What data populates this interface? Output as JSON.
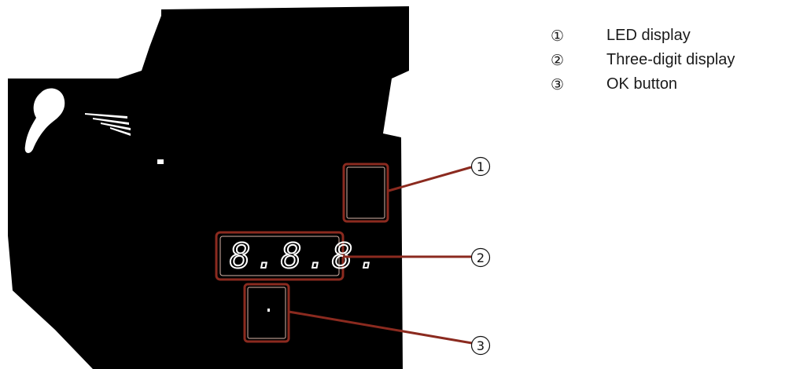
{
  "legend": [
    {
      "number": "①",
      "label": "LED display"
    },
    {
      "number": "②",
      "label": "Three-digit display"
    },
    {
      "number": "③",
      "label": "OK button"
    }
  ],
  "display": {
    "digits": "8.8.8."
  },
  "callouts": [
    "1",
    "2",
    "3"
  ],
  "colors": {
    "device": "#000000",
    "highlight": "#8b2a1f",
    "background": "#ffffff"
  }
}
